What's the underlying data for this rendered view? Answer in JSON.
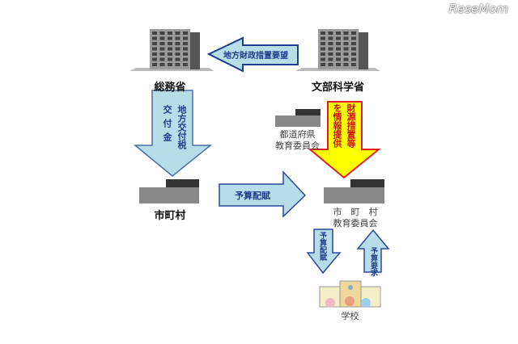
{
  "watermark": "ReseMom",
  "nodes": {
    "soumu": "総務省",
    "monka": "文部科学省",
    "prefecture_board": [
      "都道府県",
      "教育委員会"
    ],
    "municipality": "市町村",
    "municipal_board": [
      "市　町　村",
      "教育委員会"
    ],
    "school": "学校"
  },
  "arrows": {
    "request": "地方財政措置要望",
    "grant_col1": "地方交付税",
    "grant_col2": "交付金",
    "info_col1": "財源措置等",
    "info_col2": "を情報提供",
    "budget": "予算配賦",
    "budget_school": "予算配賦",
    "budget_request": "予算要求"
  },
  "colors": {
    "blue_fill": "#b7dde8",
    "blue_stroke": "#1f3d8c",
    "yellow_fill": "#ffff00",
    "red_stroke": "#e02020",
    "text_blue": "#1f3d8c",
    "text_red": "#d01010"
  }
}
